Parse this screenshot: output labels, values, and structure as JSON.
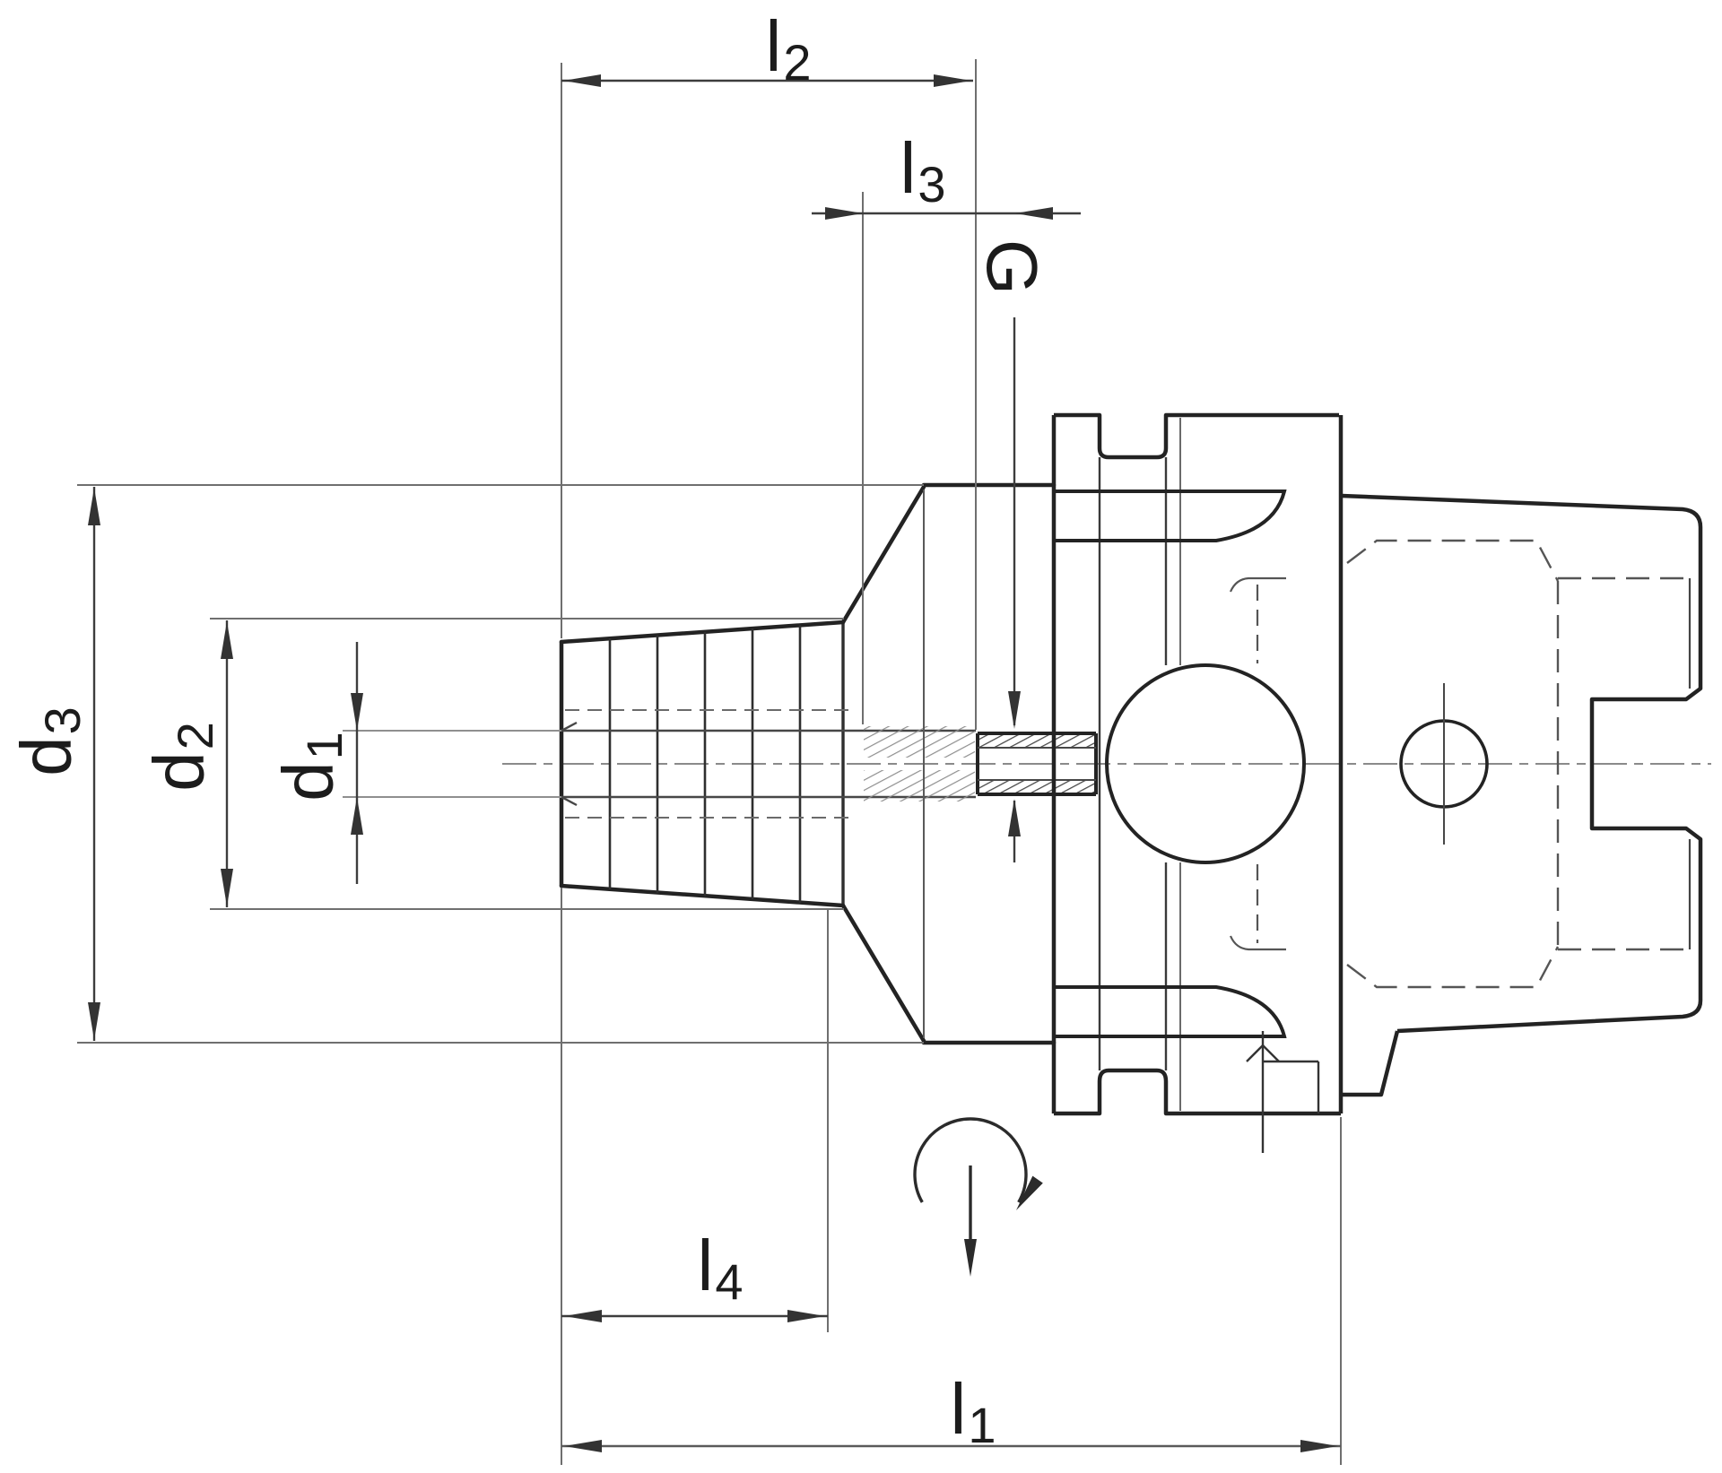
{
  "drawing": {
    "kind": "technical-dimension-drawing",
    "part": "tool-holder-with-hsk-shank"
  },
  "labels": {
    "l1": {
      "base": "l",
      "sub": "1"
    },
    "l2": {
      "base": "l",
      "sub": "2"
    },
    "l3": {
      "base": "l",
      "sub": "3"
    },
    "l4": {
      "base": "l",
      "sub": "4"
    },
    "d1": {
      "base": "d",
      "sub": "1"
    },
    "d2": {
      "base": "d",
      "sub": "2"
    },
    "d3": {
      "base": "d",
      "sub": "3"
    },
    "thread": {
      "text": "G"
    }
  },
  "colors": {
    "outline": "#232323",
    "medium": "#454545",
    "thin": "#6a6a6a",
    "light": "#909090",
    "dim": "#3d3d3d",
    "background": "#ffffff"
  }
}
